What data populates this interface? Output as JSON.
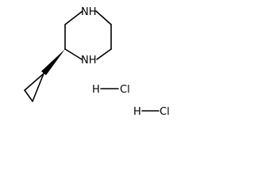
{
  "molecule": {
    "atoms": {
      "n1": "NH",
      "n2": "NH"
    },
    "salt": [
      {
        "h": "H",
        "cl": "Cl"
      },
      {
        "h": "H",
        "cl": "Cl"
      }
    ]
  }
}
